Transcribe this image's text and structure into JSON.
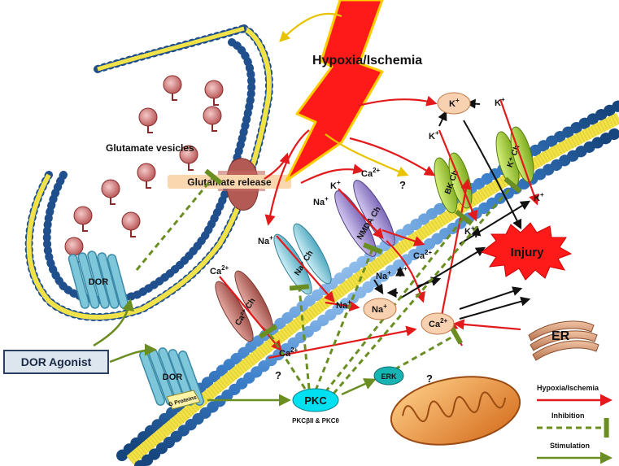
{
  "labels": {
    "trigger": "Hypoxia/Ischemia",
    "vesicles": "Glutamate vesicles",
    "glutamate_release": "Glutamate release",
    "dor_pre": "DOR",
    "dor_post": "DOR",
    "g_proteins": "G Proteins",
    "agonist": "DOR Agonist",
    "pkc": "PKC",
    "pkc_isoforms": "PKCβII & PKCθ",
    "erk": "ERK",
    "er": "ER",
    "injury": "Injury",
    "question": "?",
    "channels": {
      "ca": "Ca²⁺ Ch",
      "na": "Na⁺ Ch",
      "nmda": "NMDA Ch",
      "bk": "BK Ch",
      "k": "K⁺ Ch"
    },
    "ions": {
      "na": "Na",
      "ca": "Ca",
      "k": "K",
      "plus": "+",
      "two_plus": "2+"
    }
  },
  "legend": {
    "hypoxia": "Hypoxia/Ischemia",
    "inhibition": "Inhibition",
    "stimulation": "Stimulation"
  },
  "colors": {
    "hypoxia_arrow": "#e31a1c",
    "inhibition": "#6b8e23",
    "stimulation": "#6b8e23",
    "membrane_head": "#3a7ec9",
    "membrane_tail": "#f2e24a",
    "lightning": "#ff1a1a",
    "pkc": "#00e0f0",
    "erk": "#1ab3b3",
    "ion_bubble": "#f8d2b0",
    "injury": "#ff1a1a"
  }
}
